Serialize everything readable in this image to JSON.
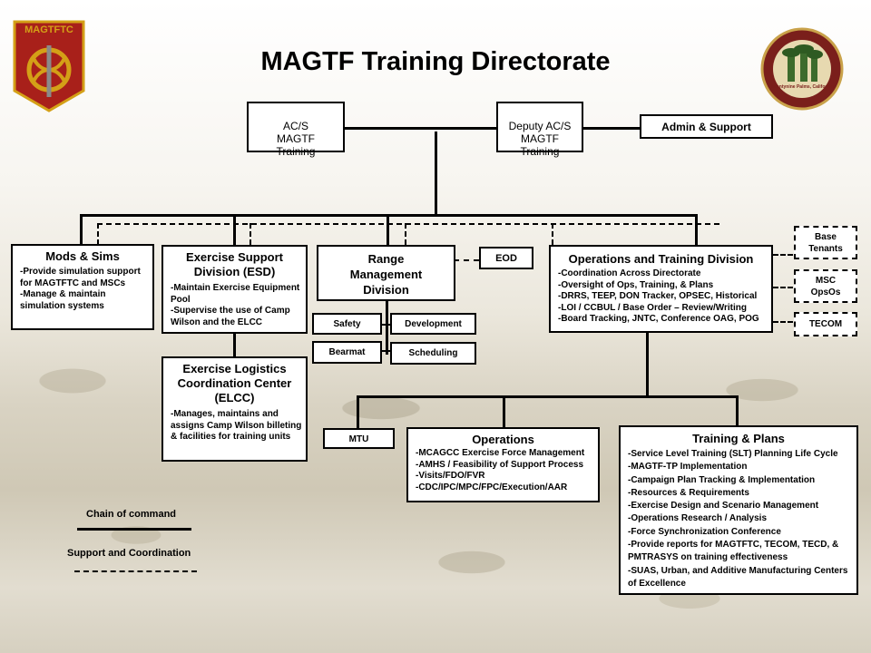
{
  "title": "MAGTF Training Directorate",
  "logo_left": {
    "text": "MAGTFTC"
  },
  "logo_right": {
    "text": "Twentynine Palms, California"
  },
  "top": {
    "acs": "AC/S\nMAGTF\nTraining",
    "deputy": "Deputy AC/S\nMAGTF\nTraining",
    "admin": "Admin & Support"
  },
  "mods": {
    "title": "Mods & Sims",
    "items": [
      "-Provide simulation support for MAGTFTC and MSCs",
      "-Manage & maintain simulation systems"
    ]
  },
  "esd": {
    "title": "Exercise Support Division (ESD)",
    "items": [
      "-Maintain Exercise Equipment Pool",
      "-Supervise the use of Camp Wilson and the ELCC"
    ]
  },
  "elcc": {
    "title": "Exercise Logistics Coordination Center (ELCC)",
    "items": [
      "-Manages, maintains and assigns Camp Wilson billeting & facilities for training units"
    ]
  },
  "rmd": {
    "title": "Range Management Division",
    "safety": "Safety",
    "development": "Development",
    "bearmat": "Bearmat",
    "scheduling": "Scheduling"
  },
  "eod": "EOD",
  "otd": {
    "title": "Operations and Training Division",
    "items": [
      "-Coordination Across Directorate",
      "-Oversight of Ops, Training, & Plans",
      "-DRRS, TEEP, DON Tracker, OPSEC, Historical",
      "-LOI / CCBUL / Base Order – Review/Writing",
      "-Board Tracking, JNTC, Conference OAG, POG"
    ]
  },
  "side": {
    "base": "Base Tenants",
    "msc": "MSC OpsOs",
    "tecom": "TECOM"
  },
  "mtu": "MTU",
  "ops": {
    "title": "Operations",
    "items": [
      "-MCAGCC Exercise Force Management",
      "-AMHS / Feasibility of Support Process",
      "-Visits/FDO/FVR",
      "-CDC/IPC/MPC/FPC/Execution/AAR"
    ]
  },
  "tp": {
    "title": "Training & Plans",
    "items": [
      "-Service Level Training (SLT) Planning Life Cycle",
      "-MAGTF-TP Implementation",
      "-Campaign Plan Tracking & Implementation",
      "-Resources & Requirements",
      "-Exercise Design and Scenario Management",
      "-Operations Research / Analysis",
      "-Force Synchronization Conference",
      "-Provide reports for MAGTFTC, TECOM, TECD, & PMTRASYS on training effectiveness",
      "-SUAS, Urban, and Additive Manufacturing Centers of Excellence"
    ]
  },
  "legend": {
    "chain": "Chain of command",
    "support": "Support and Coordination"
  },
  "colors": {
    "logo_red": "#a8201a",
    "logo_gold": "#d4a017"
  }
}
